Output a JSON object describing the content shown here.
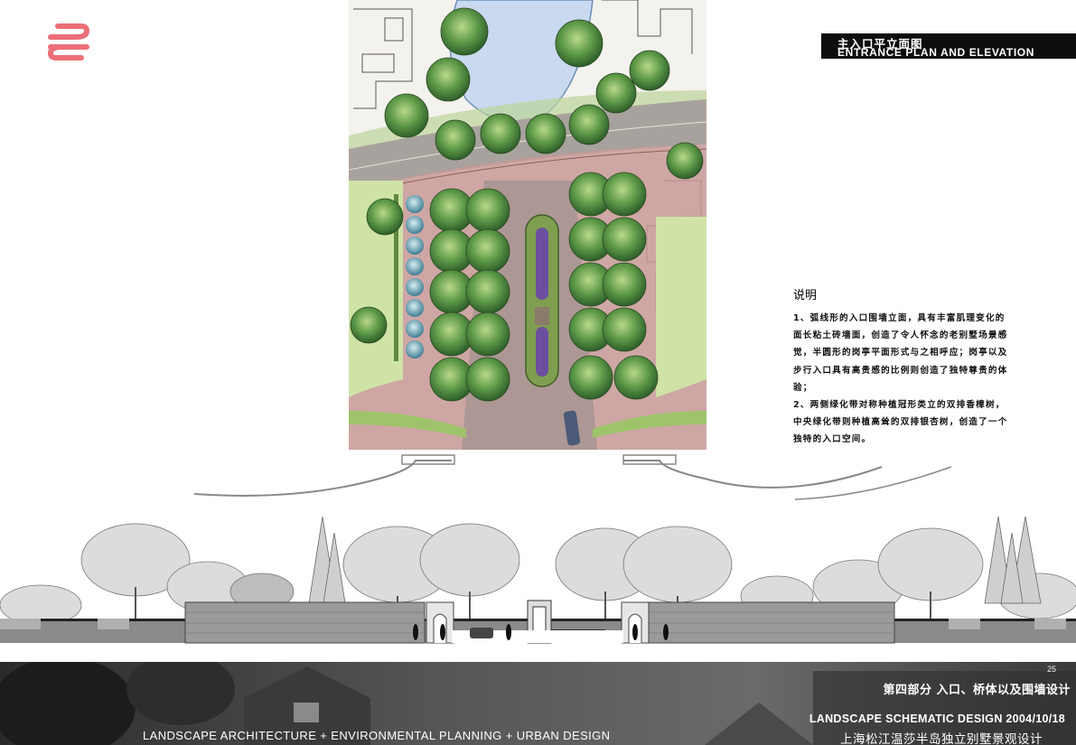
{
  "logo": {
    "icon": "double-arrow-logo-icon",
    "color": "#ec6f78"
  },
  "title": {
    "cn": "主入口平立面图",
    "en": "ENTRANCE PLAN AND ELEVATION"
  },
  "notes": {
    "heading": "说明",
    "lines": [
      "1、弧线形的入口围墙立面，具有丰富肌理变化的",
      "面长粘土砖墙面，创造了令人怀念的老别墅场景感",
      "觉，半圆形的岗亭平面形式与之相呼应；岗亭以及",
      "步行入口具有高贵感的比例则创造了独特尊贵的体",
      "验；",
      "2、两侧绿化带对称种植冠形类立的双排香樟树，",
      "中央绿化带则种植高耸的双排银杏树，创造了一个",
      "独特的入口空间。"
    ]
  },
  "footer": {
    "page_number": "25",
    "section_title": "第四部分 入口、桥体以及围墙设计",
    "tagline": "LANDSCAPE ARCHITECTURE + ENVIRONMENTAL PLANNING + URBAN DESIGN",
    "design_info": "LANDSCAPE SCHEMATIC DESIGN 2004/10/18",
    "project_name": "上海松江温莎半岛独立别墅景观设计"
  },
  "colors": {
    "brand": "#ec6f78",
    "plaza": "#b98582",
    "road": "#a8a29e",
    "water": "#c9d9ef",
    "tree": "#4f8a45",
    "hedge": "#7f9e4f",
    "lavender": "#6d4fa0"
  }
}
